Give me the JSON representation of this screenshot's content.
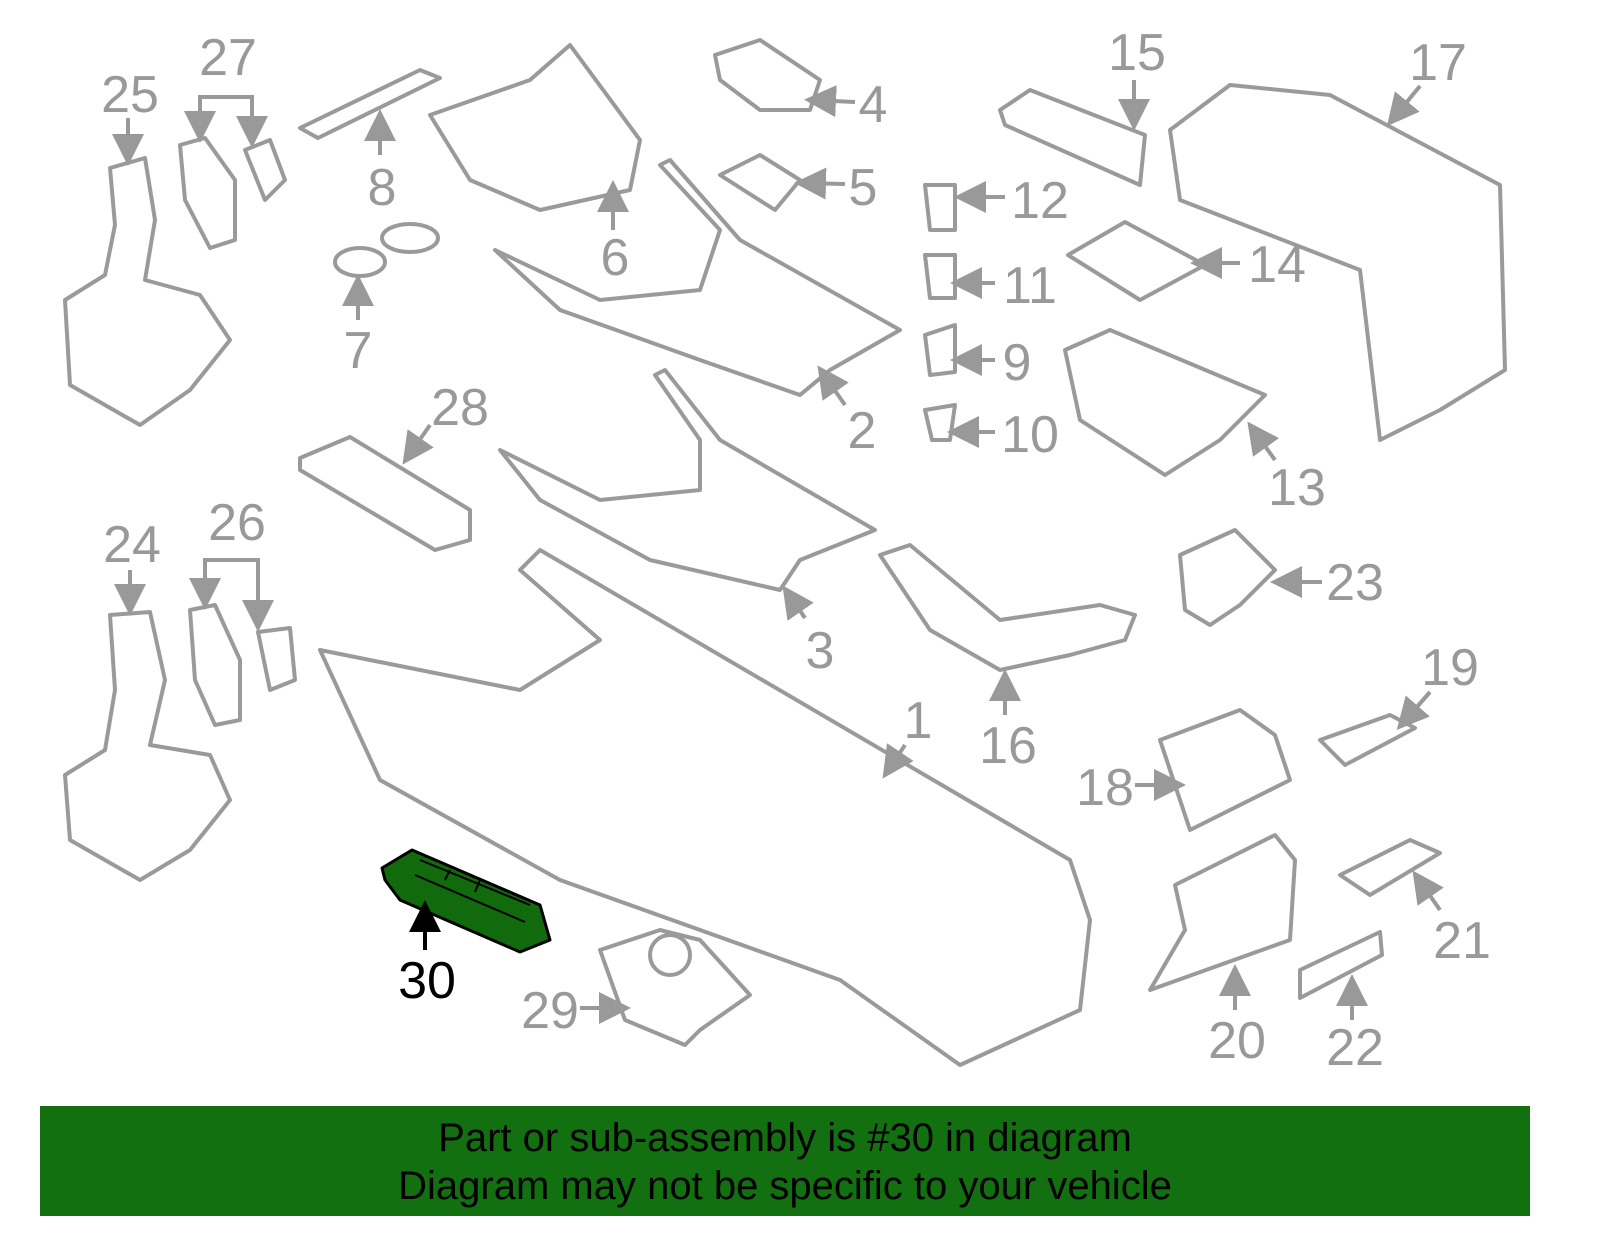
{
  "diagram": {
    "labels": {
      "p1": "1",
      "p2": "2",
      "p3": "3",
      "p4": "4",
      "p5": "5",
      "p6": "6",
      "p7": "7",
      "p8": "8",
      "p9": "9",
      "p10": "10",
      "p11": "11",
      "p12": "12",
      "p13": "13",
      "p14": "14",
      "p15": "15",
      "p16": "16",
      "p17": "17",
      "p18": "18",
      "p19": "19",
      "p20": "20",
      "p21": "21",
      "p22": "22",
      "p23": "23",
      "p24": "24",
      "p25": "25",
      "p26": "26",
      "p27": "27",
      "p28": "28",
      "p29": "29",
      "p30": "30"
    },
    "highlighted_part": "30",
    "highlight_color": "#116b0c"
  },
  "banner": {
    "line1": "Part or sub-assembly is #30 in diagram",
    "line2": "Diagram may not be specific to your vehicle",
    "color": "#137010"
  }
}
